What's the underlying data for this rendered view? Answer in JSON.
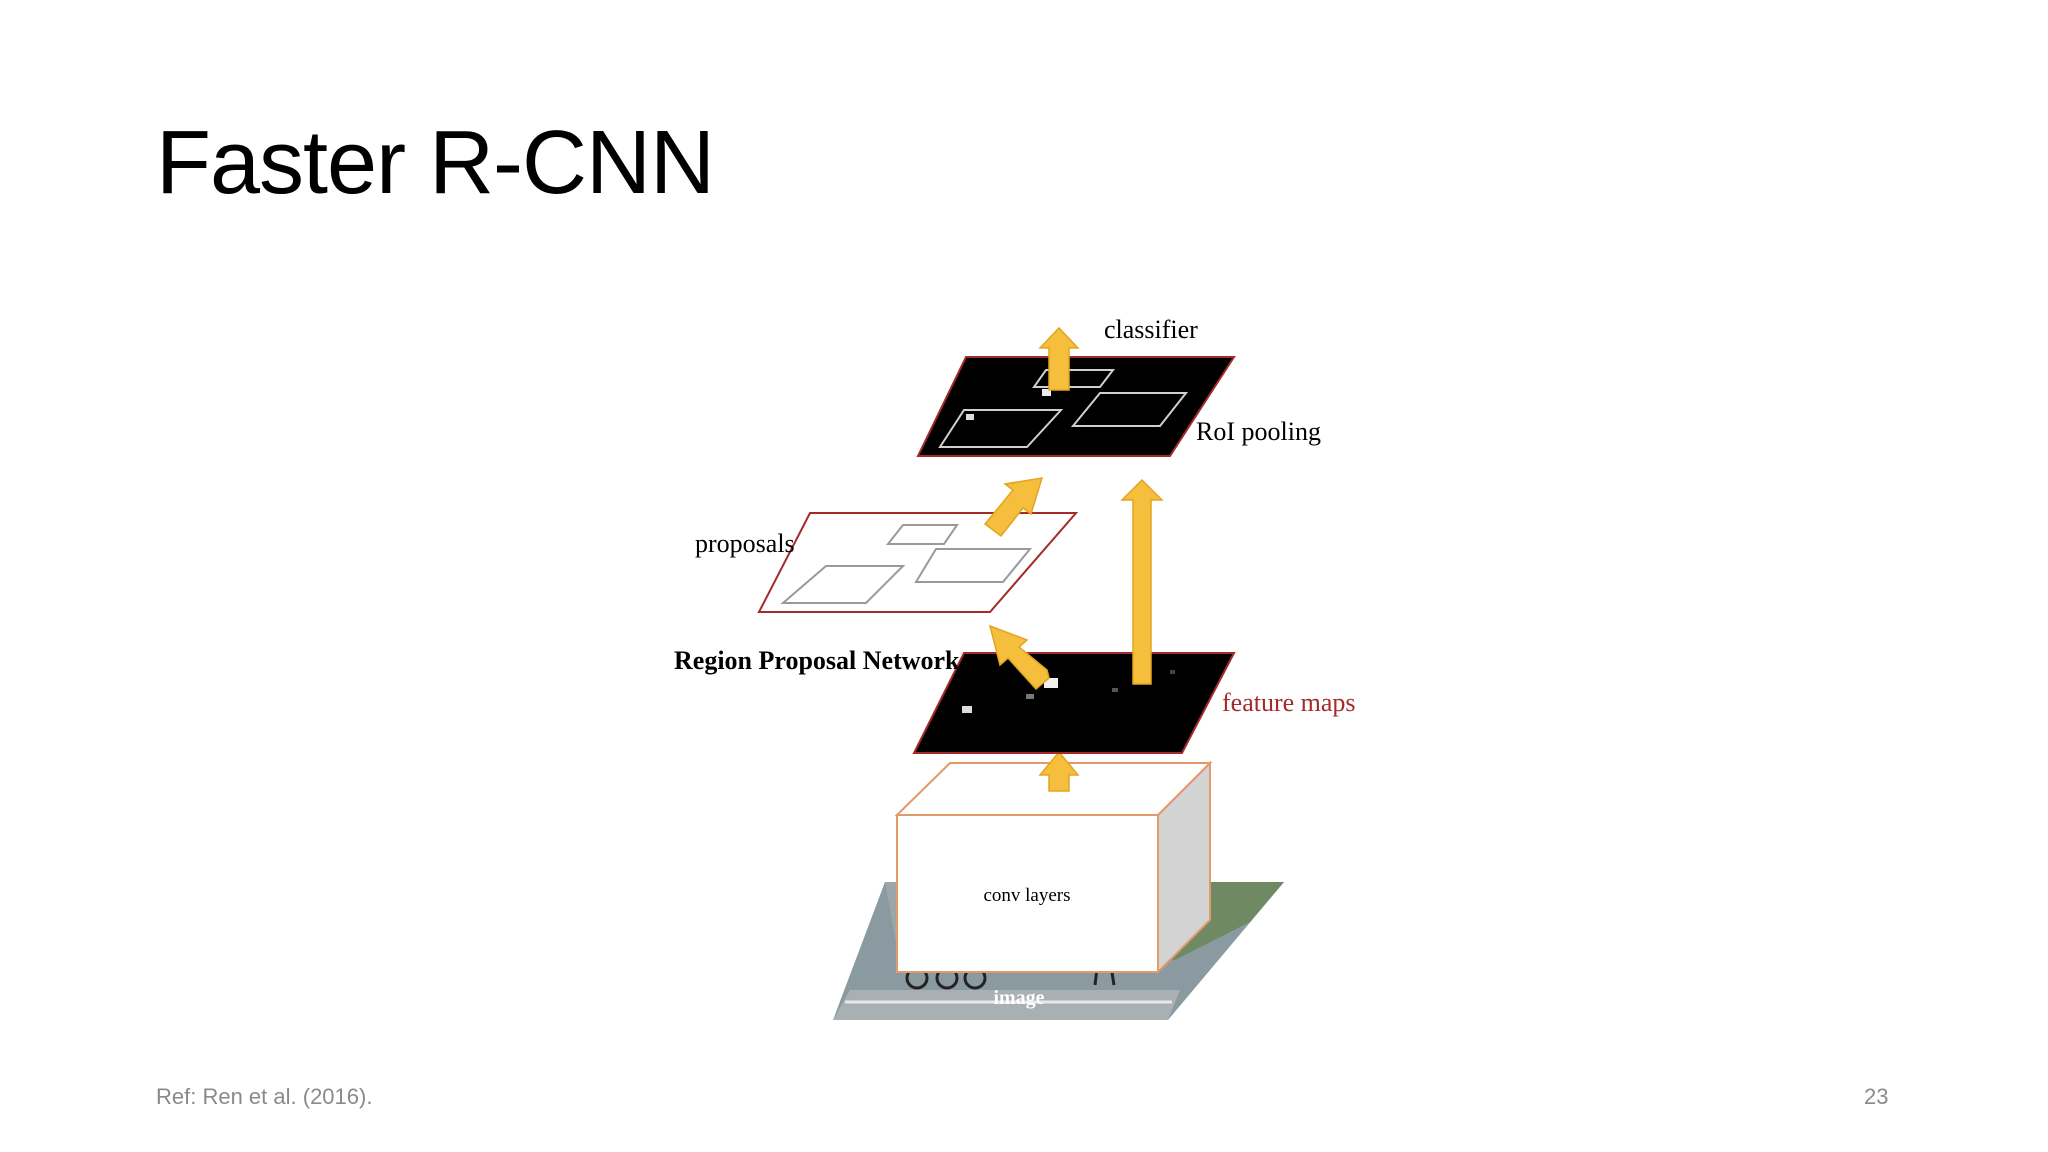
{
  "slide": {
    "title": "Faster R-CNN",
    "reference": "Ref: Ren et al. (2016).",
    "page_number": "23"
  },
  "diagram": {
    "labels": {
      "classifier": "classifier",
      "roi_pooling": "RoI pooling",
      "proposals": "proposals",
      "rpn": "Region Proposal Network",
      "feature_maps": "feature maps",
      "conv_layers": "conv layers",
      "image": "image"
    },
    "colors": {
      "arrow": "#F5BE3C",
      "arrow_outline": "#E2A520",
      "feature_map_border": "#A52A2A",
      "feature_maps_label": "#A52A2A",
      "conv_box_edge": "#E29A6A",
      "conv_box_side": "#D3D3D3"
    }
  }
}
